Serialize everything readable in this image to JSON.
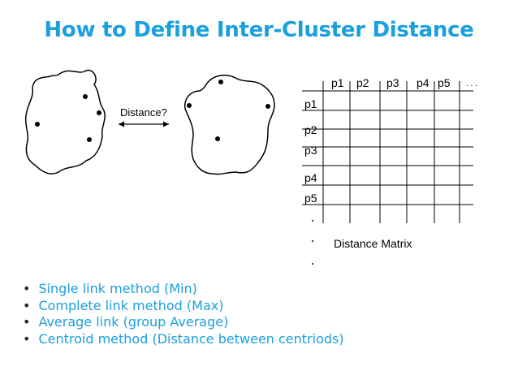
{
  "title": "How to Define Inter-Cluster Distance",
  "diagram": {
    "distance_label": "Distance?",
    "matrix_label": "Distance Matrix",
    "column_headers": [
      "p1",
      "p2",
      "p3",
      "p4",
      "p5",
      ". . ."
    ],
    "row_headers": [
      "p1",
      "p2",
      "p3",
      "p4",
      "p5"
    ]
  },
  "bullets": [
    "Single link method (Min)",
    "Complete link method (Max)",
    "Average link (group Average)",
    "Centroid method (Distance between centriods)"
  ]
}
